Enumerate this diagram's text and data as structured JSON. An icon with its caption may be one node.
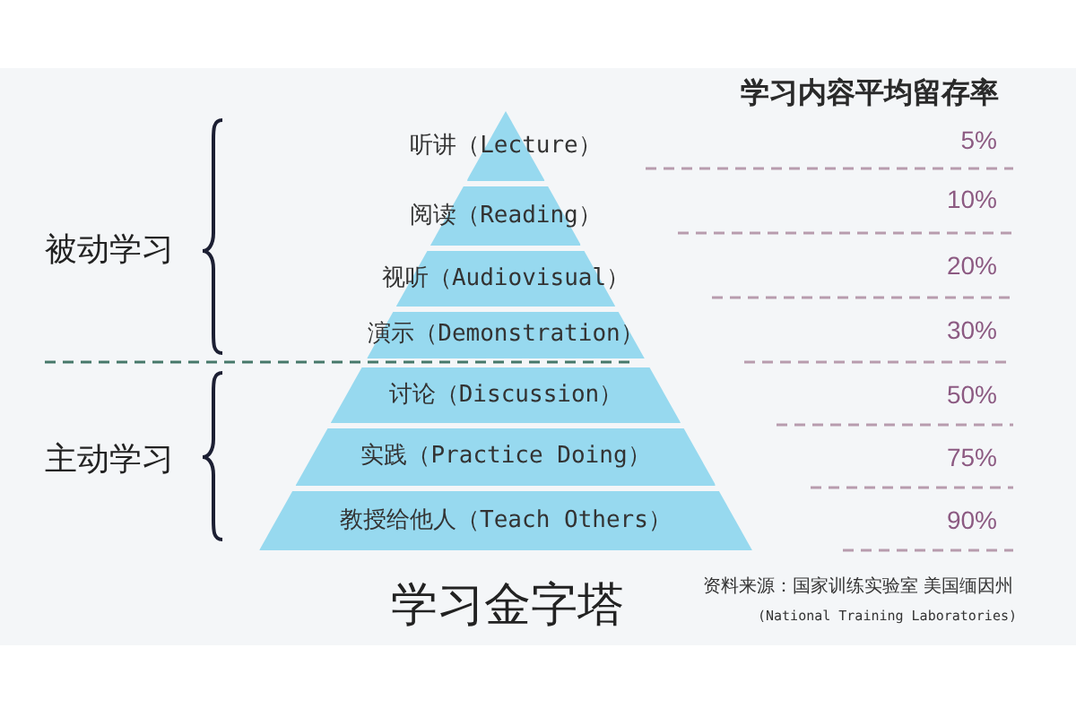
{
  "diagram": {
    "title": "学习金字塔",
    "nodes": [
      {
        "text": [
          "听讲（Lecture）"
        ]
      },
      {
        "text": [
          "阅读（Reading）"
        ]
      },
      {
        "text": [
          "视听（Audiovisual）"
        ]
      },
      {
        "text": [
          "演示（Demonstration）"
        ]
      },
      {
        "text": [
          "讨论（Discussion）"
        ]
      },
      {
        "text": [
          "实践（Practice Doing）"
        ]
      },
      {
        "text": [
          "教授给他人（Teach Others）"
        ]
      }
    ],
    "labels": [
      "学习内容平均留存率",
      "被动学习",
      "主动学习",
      "5%",
      "10%",
      "20%",
      "30%",
      "50%",
      "75%",
      "90%",
      "资料来源：国家训练实验室 美国缅因州",
      "(National Training Laboratories)"
    ]
  }
}
